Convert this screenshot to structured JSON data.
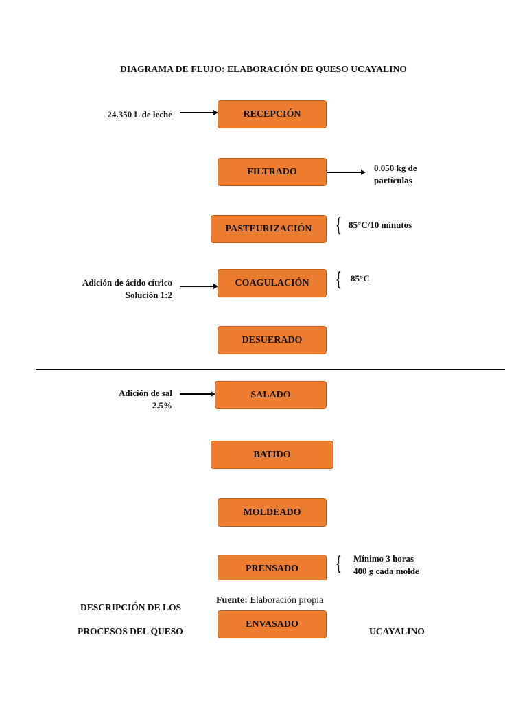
{
  "title": "DIAGRAMA DE FLUJO: ELABORACIÓN DE QUESO UCAYALINO",
  "steps": {
    "recepcion": "RECEPCIÓN",
    "filtrado": "FILTRADO",
    "pasteurizacion": "PASTEURIZACIÓN",
    "coagulacion": "COAGULACIÓN",
    "desuerado": "DESUERADO",
    "salado": "SALADO",
    "batido": "BATIDO",
    "moldeado": "MOLDEADO",
    "prensado": "PRENSADO",
    "envasado": "ENVASADO"
  },
  "inputs": {
    "leche": "24.350 L de leche",
    "acido_line1": "Adición de ácido cítrico",
    "acido_line2": "Solución 1:2",
    "sal_line1": "Adición de sal",
    "sal_line2": "2.5%"
  },
  "outputs": {
    "particulas_line1": "0.050 kg de",
    "particulas_line2": "partículas"
  },
  "conditions": {
    "pasteurizacion": "85°C/10 minutos",
    "coagulacion": "85°C",
    "prensado_line1": "Mínimo 3 horas",
    "prensado_line2": "400 g cada molde"
  },
  "source": {
    "prefix": "Fuente:",
    "text": " Elaboración propia"
  },
  "caption": {
    "left_line1": "DESCRIPCIÓN DE LOS",
    "left_line2": "PROCESOS DEL QUESO",
    "right": "UCAYALINO"
  },
  "colors": {
    "box_fill": "#ed7d31",
    "box_border": "#c55a11"
  }
}
